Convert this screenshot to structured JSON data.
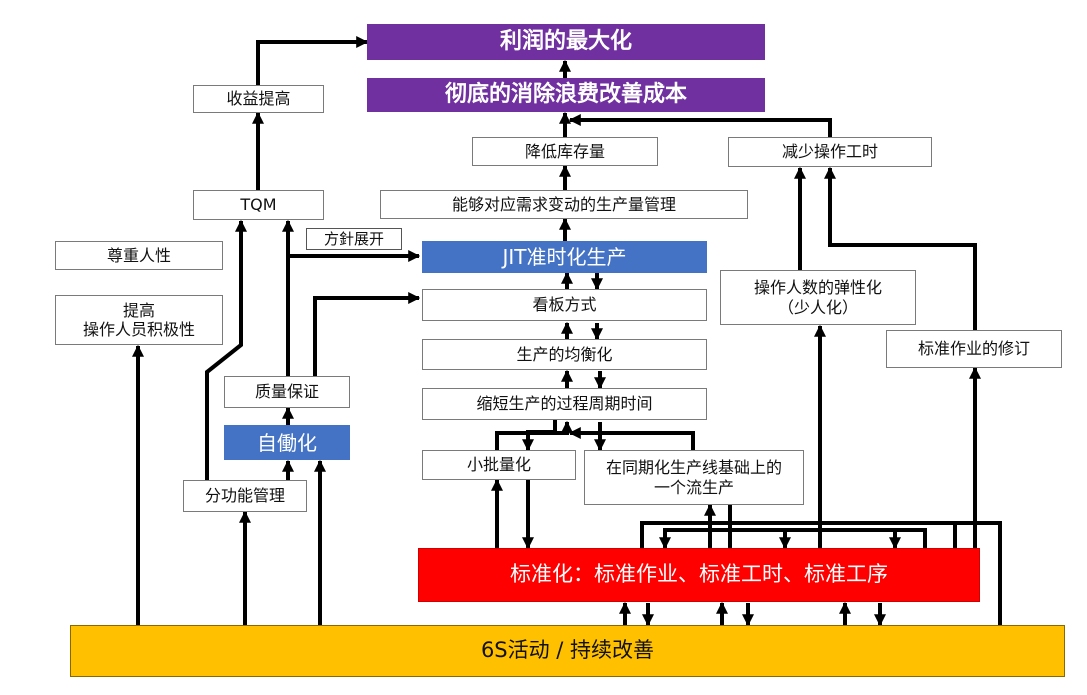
{
  "nodes": {
    "profit_max": "利润的最大化",
    "eliminate_waste": "彻底的消除浪费改善成本",
    "revenue_increase": "收益提高",
    "reduce_inventory": "降低库存量",
    "reduce_work_hours": "减少操作工时",
    "tqm": "TQM",
    "demand_response": "能够对应需求变动的生产量管理",
    "policy_deploy": "方針展开",
    "respect_humanity": "尊重人性",
    "jit": "JIT准时化生产",
    "elastic_staffing": "操作人数的弹性化\n（少人化）",
    "motivation": "提高\n操作人员积极性",
    "kanban": "看板方式",
    "leveling": "生产的均衡化",
    "standard_revision": "标准作业的修订",
    "quality_assurance": "质量保证",
    "lead_time": "缩短生产的过程周期时间",
    "jidoka": "自働化",
    "small_lot": "小批量化",
    "one_piece_flow": "在同期化生产线基础上的\n一个流生产",
    "functional_mgmt": "分功能管理",
    "standardization": "标准化：标准作业、标准工时、标准工序",
    "activity_6s": "6S活动 / 持续改善"
  },
  "colors": {
    "purple": "#7030a0",
    "blue": "#4472c4",
    "red": "#ff0000",
    "gold": "#ffc000",
    "arrow": "#000000"
  }
}
